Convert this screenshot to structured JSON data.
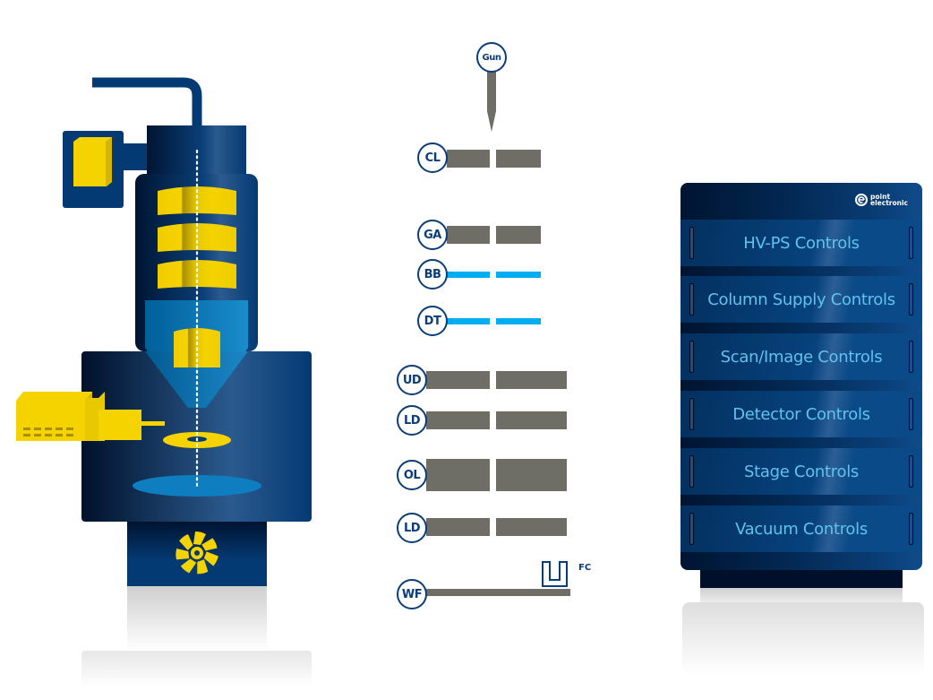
{
  "diagram": {
    "title": "SEM column and control rack schematic",
    "colors": {
      "navy": "#0b3d78",
      "dark_navy": "#001431",
      "yellow": "#f5d300",
      "beam_blue": "#00aeef",
      "plate_gray": "#6e6e66",
      "drawer_text": "#5fc3ee"
    },
    "column_nodes": [
      {
        "id": "gun",
        "label": "Gun",
        "element": "electron-source-tip"
      },
      {
        "id": "cl",
        "label": "CL",
        "element": "condenser-lens"
      },
      {
        "id": "ga",
        "label": "GA",
        "element": "gun-aperture"
      },
      {
        "id": "bb",
        "label": "BB",
        "element": "beam-blanker"
      },
      {
        "id": "dt",
        "label": "DT",
        "element": "deflector"
      },
      {
        "id": "ud",
        "label": "UD",
        "element": "upper-detector"
      },
      {
        "id": "ld1",
        "label": "LD",
        "element": "lower-detector"
      },
      {
        "id": "ol",
        "label": "OL",
        "element": "objective-lens"
      },
      {
        "id": "ld2",
        "label": "LD",
        "element": "lower-detector"
      },
      {
        "id": "wf",
        "label": "WF",
        "element": "wafer-stage"
      }
    ],
    "faraday_cup_label": "FC"
  },
  "rack": {
    "brand_line1": "point",
    "brand_line2": "electronic",
    "drawers": [
      {
        "label": "HV-PS Controls"
      },
      {
        "label": "Column Supply Controls"
      },
      {
        "label": "Scan/Image Controls"
      },
      {
        "label": "Detector Controls"
      },
      {
        "label": "Stage Controls"
      },
      {
        "label": "Vacuum Controls"
      }
    ]
  }
}
